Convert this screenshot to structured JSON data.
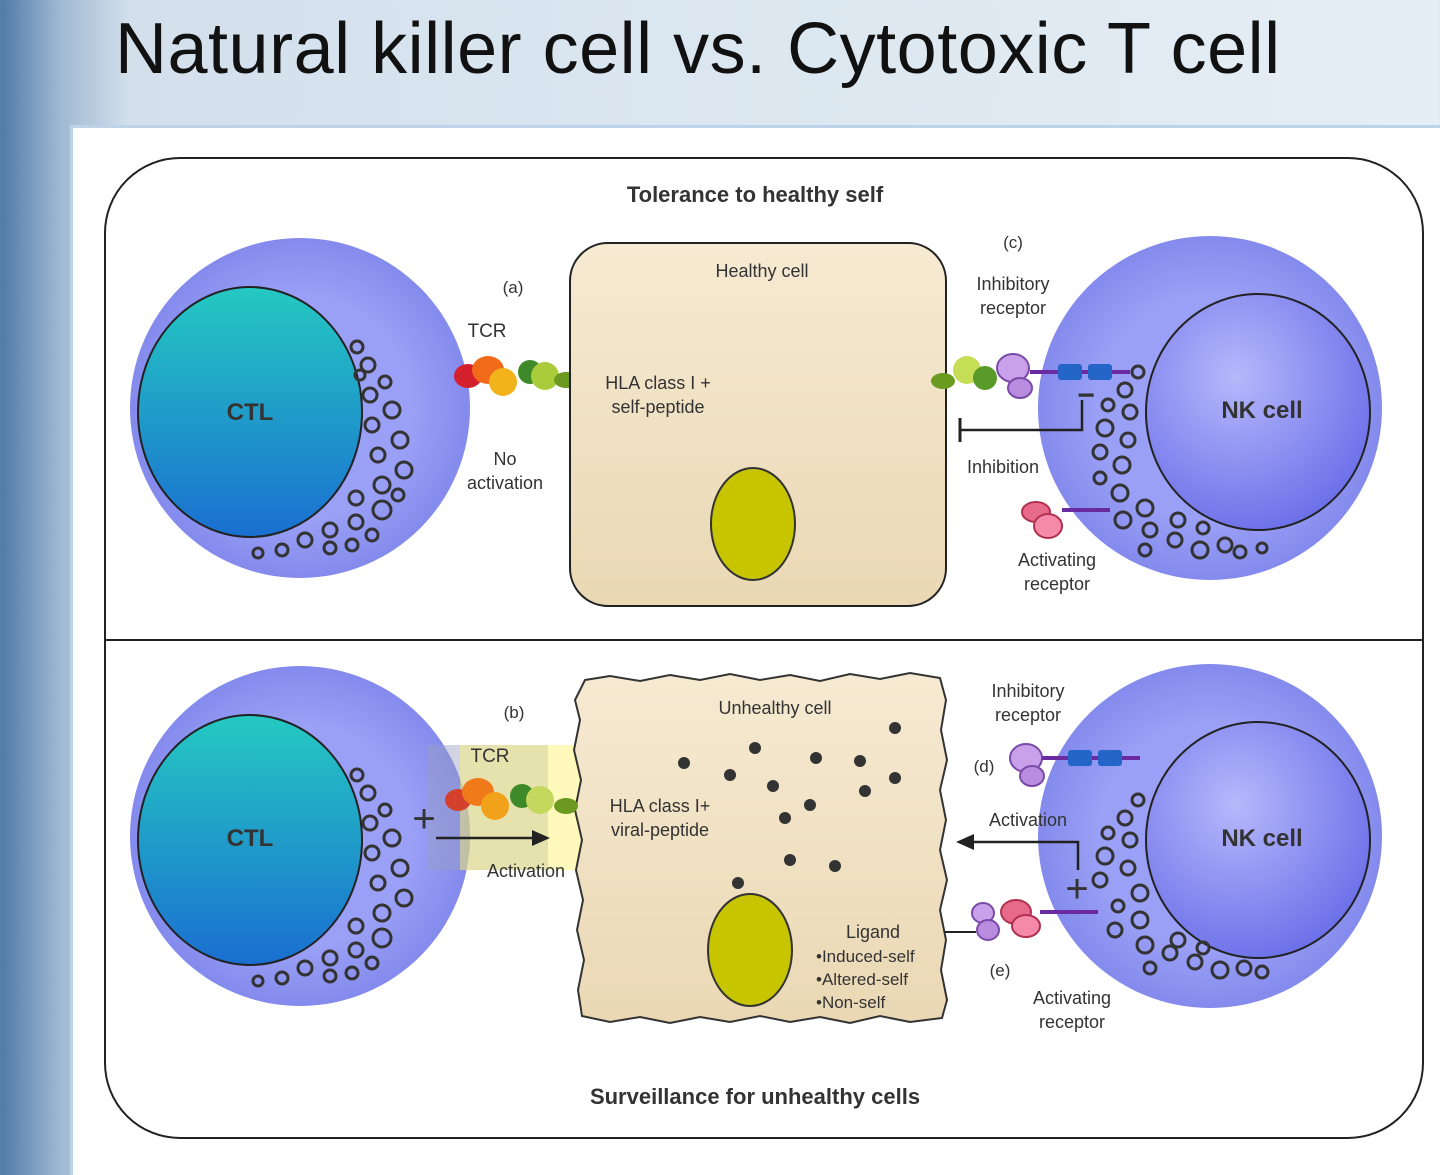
{
  "title": "Natural killer cell vs. Cytotoxic T cell",
  "top_panel": {
    "heading": "Tolerance to healthy self",
    "label_a": "(a)",
    "label_c": "(c)",
    "healthy_cell": "Healthy cell",
    "ctl": "CTL",
    "nk_cell": "NK cell",
    "tcr": "TCR",
    "hla_line1": "HLA class I +",
    "hla_line2": "self-peptide",
    "no_act_line1": "No",
    "no_act_line2": "activation",
    "inhib_rec_line1": "Inhibitory",
    "inhib_rec_line2": "receptor",
    "inhibition": "Inhibition",
    "act_rec_line1": "Activating",
    "act_rec_line2": "receptor"
  },
  "bottom_panel": {
    "heading": "Surveillance for unhealthy cells",
    "label_b": "(b)",
    "label_d": "(d)",
    "label_e": "(e)",
    "unhealthy_cell": "Unhealthy cell",
    "ctl": "CTL",
    "nk_cell": "NK cell",
    "tcr": "TCR",
    "hla_line1": "HLA class I+",
    "hla_line2": "viral-peptide",
    "activation_ctl": "Activation",
    "activation_nk": "Activation",
    "inhib_rec_line1": "Inhibitory",
    "inhib_rec_line2": "receptor",
    "act_rec_line1": "Activating",
    "act_rec_line2": "receptor",
    "ligand": "Ligand",
    "ligand_items": [
      "•Induced-self",
      "•Altered-self",
      "•Non-self"
    ],
    "minus_sign": "−",
    "plus_sign": "+"
  },
  "colors": {
    "cell_body": "#8f95ef",
    "nucleus_ctl": "#1fb3c4",
    "nucleus_nk": "#8a8cf4",
    "cytoplasm": "#f4e7cd",
    "organelle": "#c4c200",
    "inhibit_sign": "#e03040",
    "tcr": "#f08018",
    "hla": "#98bf2c"
  }
}
